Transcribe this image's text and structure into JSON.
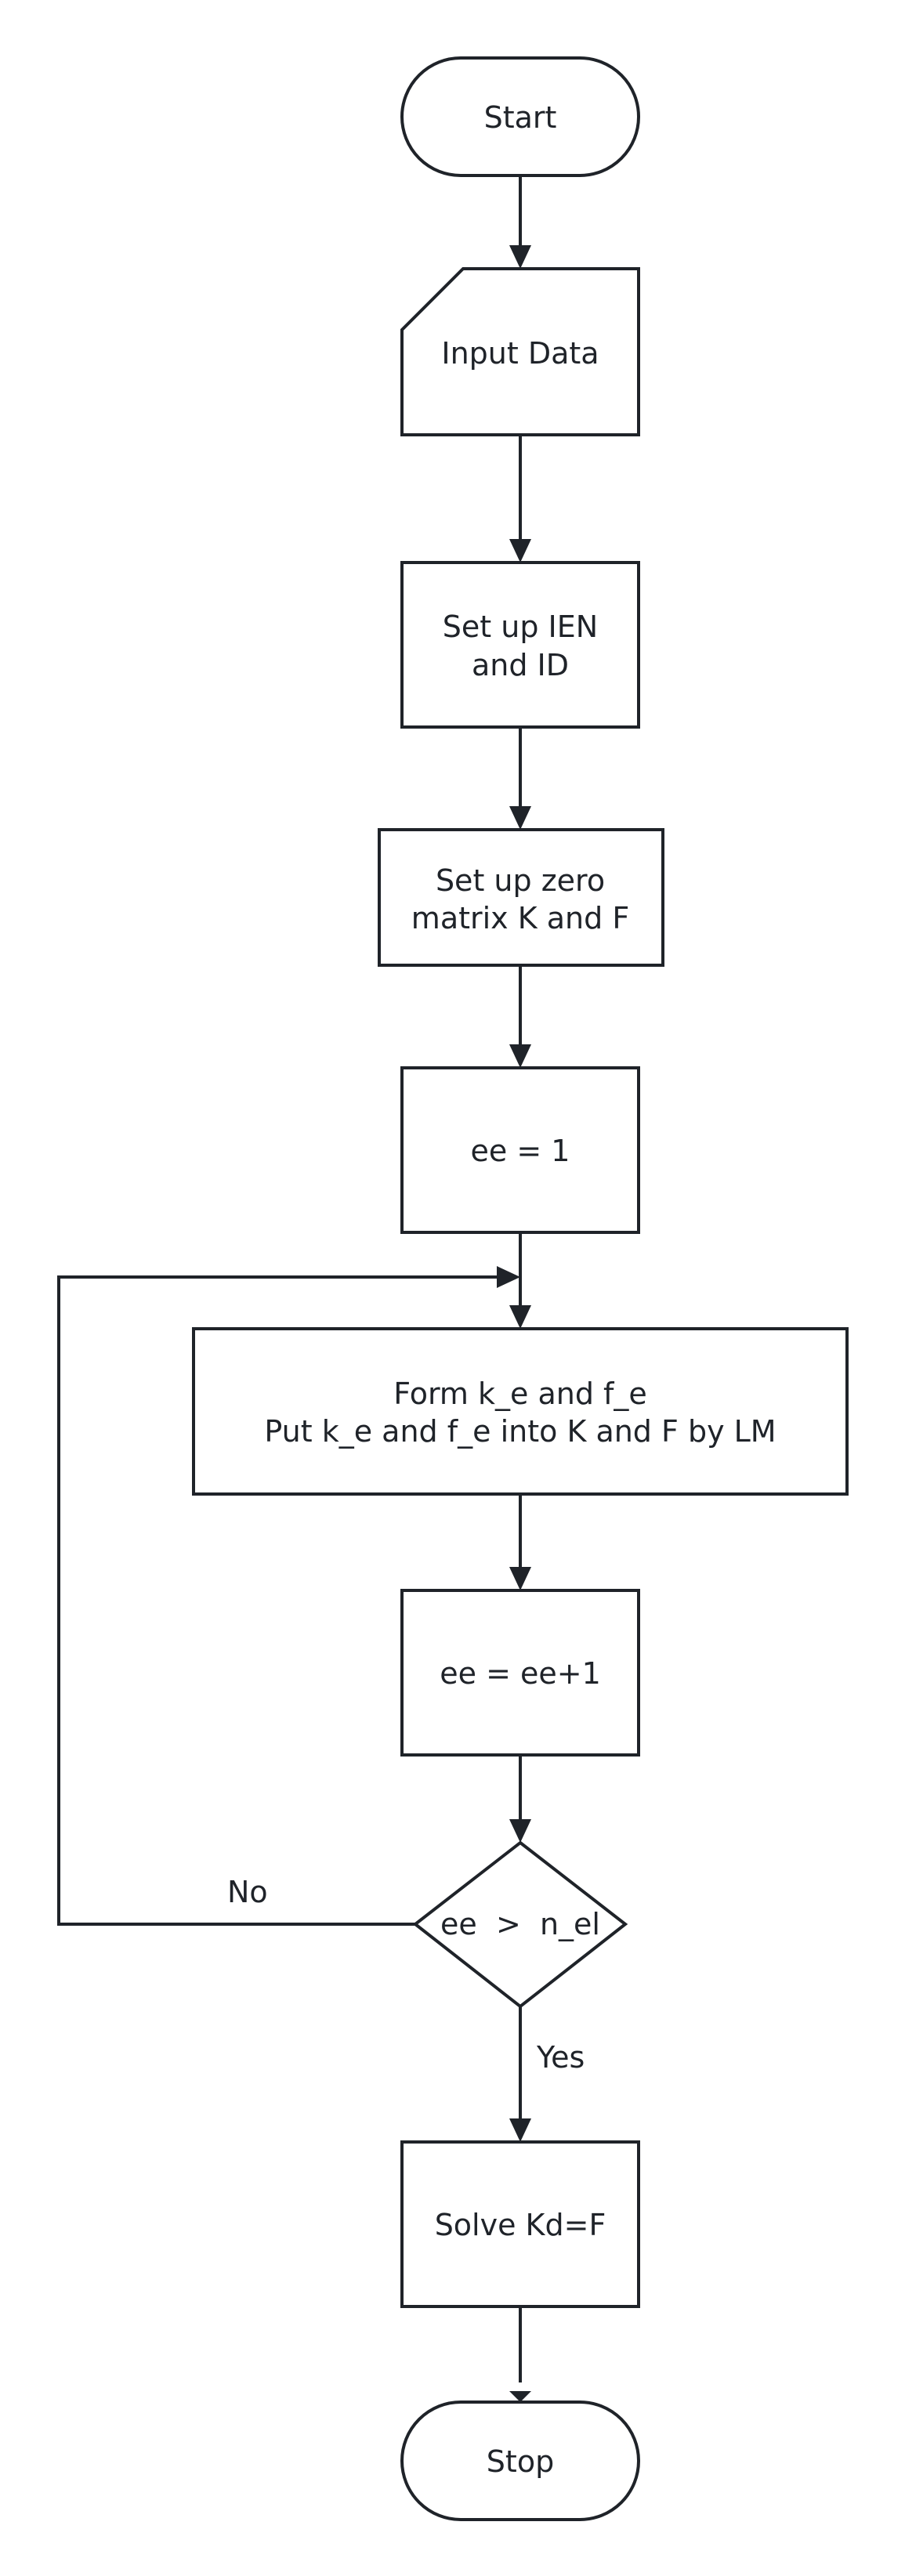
{
  "nodes": {
    "start": {
      "label": "Start"
    },
    "input": {
      "label": "Input Data"
    },
    "setup_ien": {
      "label_line1": "Set up IEN",
      "label_line2": "and ID"
    },
    "setup_zero": {
      "label_line1": "Set up zero",
      "label_line2": "matrix K and F"
    },
    "ee_init": {
      "label": "ee = 1"
    },
    "form": {
      "label_line1": "Form k_e and f_e",
      "label_line2": "Put k_e and f_e into K and F by LM"
    },
    "ee_inc": {
      "label": "ee = ee+1"
    },
    "decision": {
      "label": "ee  >  n_el"
    },
    "solve": {
      "label": "Solve Kd=F"
    },
    "stop": {
      "label": "Stop"
    }
  },
  "edges": {
    "no_label": "No",
    "yes_label": "Yes"
  },
  "colors": {
    "stroke": "#1f2329",
    "fill": "#ffffff"
  }
}
